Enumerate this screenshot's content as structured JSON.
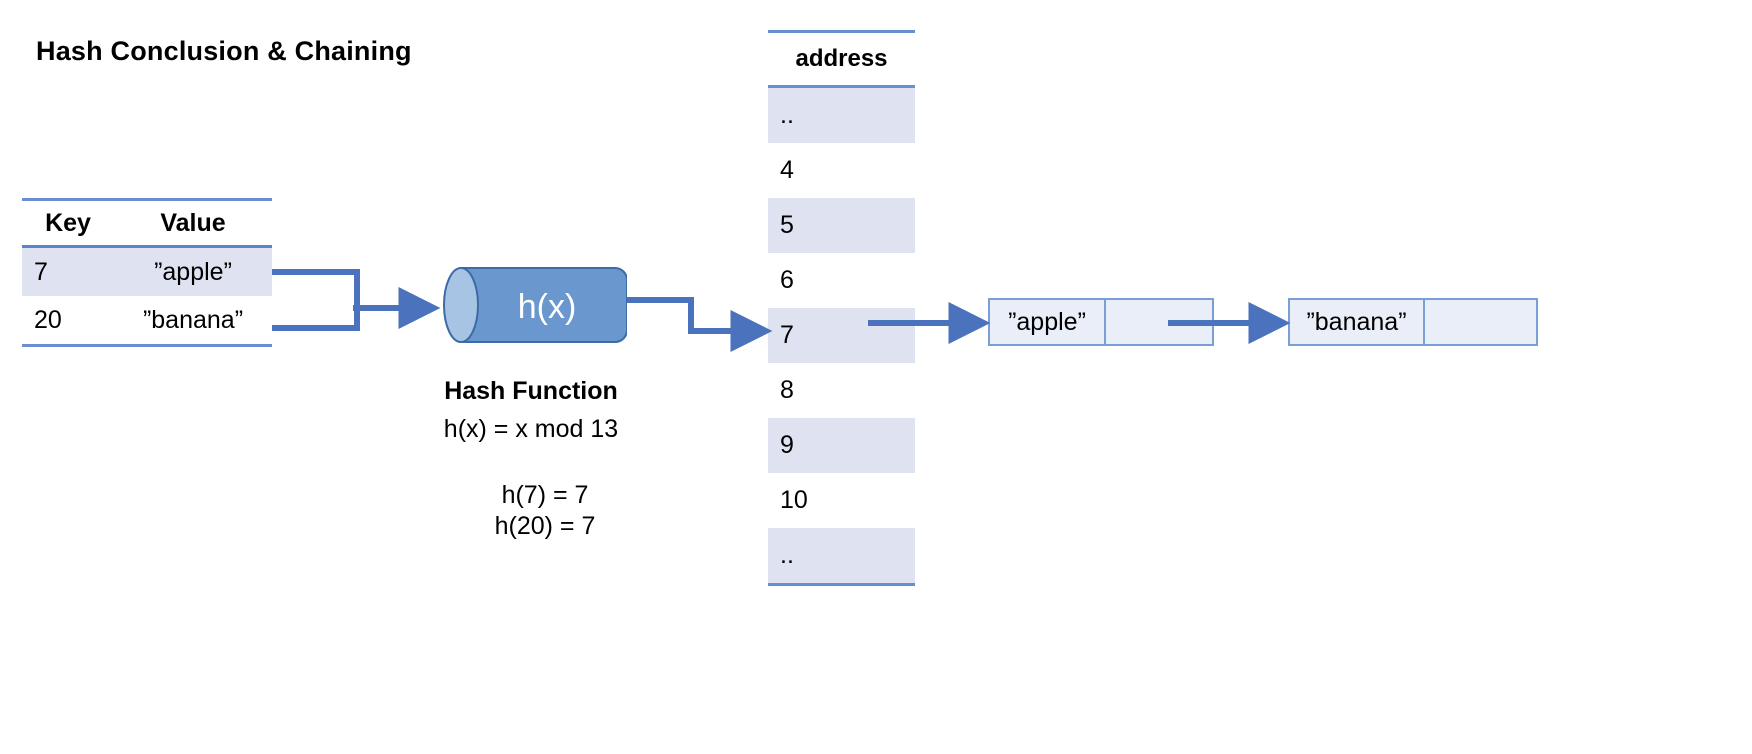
{
  "title": "Hash Conclusion & Chaining",
  "kv_table": {
    "name": "key-value-table",
    "headers": [
      "Key",
      "Value"
    ],
    "rows": [
      {
        "key": "7",
        "value": "”apple”",
        "shaded": true
      },
      {
        "key": "20",
        "value": "”banana”",
        "shaded": false
      }
    ]
  },
  "hash": {
    "cylinder_label": "h(x)",
    "title": "Hash Function",
    "formula": "h(x) = x mod 13",
    "evaluations": [
      "h(7) = 7",
      "h(20) = 7"
    ],
    "eval_line_1": "h(7) = 7",
    "eval_line_2": "h(20) = 7"
  },
  "address_table": {
    "name": "address-table",
    "header": "address",
    "rows": [
      {
        "label": "..",
        "shaded": true
      },
      {
        "label": "4",
        "shaded": false
      },
      {
        "label": "5",
        "shaded": true
      },
      {
        "label": "6",
        "shaded": false
      },
      {
        "label": "7",
        "shaded": true
      },
      {
        "label": "8",
        "shaded": false
      },
      {
        "label": "9",
        "shaded": true
      },
      {
        "label": "10",
        "shaded": false
      },
      {
        "label": "..",
        "shaded": true
      }
    ]
  },
  "chain": {
    "nodes": [
      {
        "value": "”apple”",
        "pointer": ""
      },
      {
        "value": "”banana”",
        "pointer": ""
      }
    ]
  },
  "colors": {
    "accent_blue": "#4a72bd",
    "cylinder_fill": "#6a97ce",
    "cylinder_cap": "#a8c4e4",
    "row_shade": "#dfe3f1",
    "node_fill": "#eaeef8",
    "node_border": "#7a9fd6",
    "rule": "#6a8fd0"
  }
}
